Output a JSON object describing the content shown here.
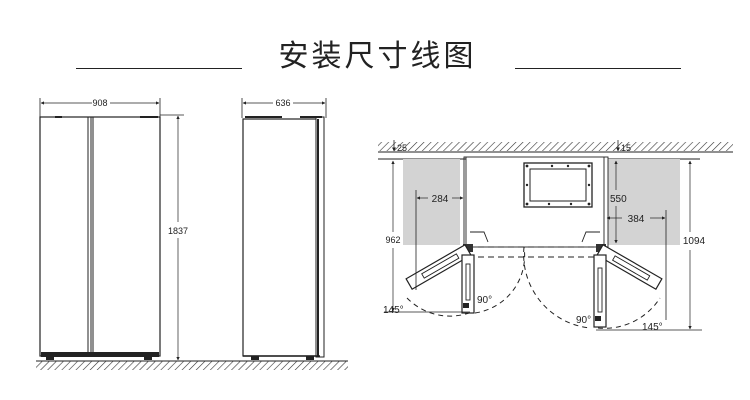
{
  "title": "安装尺寸线图",
  "front_view": {
    "width_label": "908",
    "height_label": "1837"
  },
  "side_view": {
    "depth_label": "636"
  },
  "top_view": {
    "left_wall_gap": "25",
    "right_wall_gap": "15",
    "left_door_width": "284",
    "right_door_width": "384",
    "left_depth_open": "962",
    "right_depth_open": "1094",
    "right_cabinet_depth": "550",
    "left_angle_90": "90°",
    "left_angle_145": "145°",
    "right_angle_90": "90°",
    "right_angle_145": "145°"
  },
  "colors": {
    "line": "#222222",
    "shade": "#d3d3d3"
  }
}
